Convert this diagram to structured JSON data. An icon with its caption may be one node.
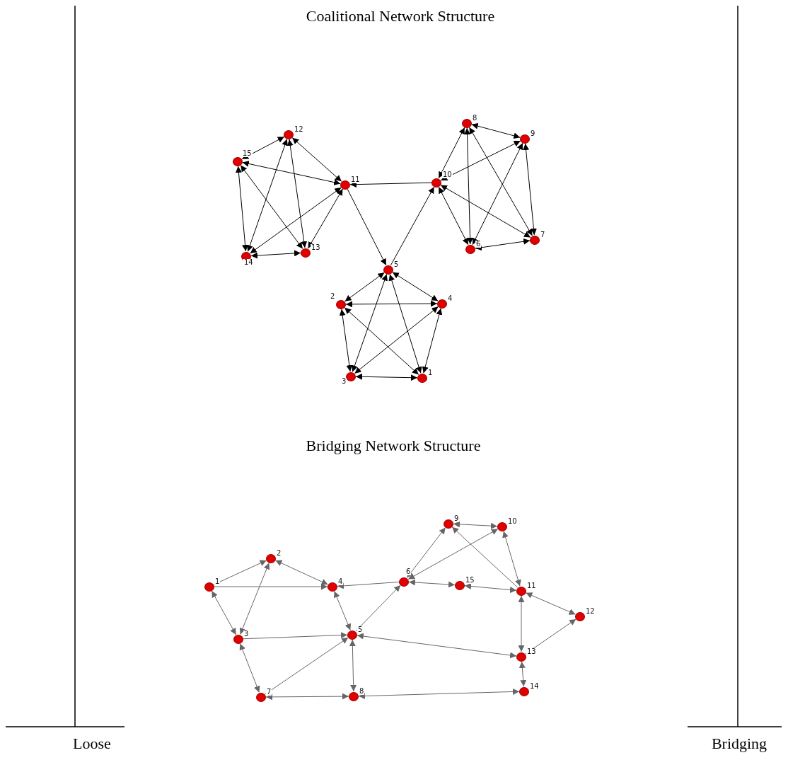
{
  "diagram": {
    "nodes": [
      {
        "text": [],
        "shape": "circle",
        "beside": [
          "15"
        ]
      },
      {
        "text": [],
        "shape": "circle",
        "beside": [
          "12"
        ]
      },
      {
        "text": [],
        "shape": "circle",
        "beside": [
          "11"
        ]
      },
      {
        "text": [],
        "shape": "circle",
        "beside": [
          "14"
        ]
      },
      {
        "text": [],
        "shape": "circle",
        "beside": [
          "13"
        ]
      },
      {
        "text": [],
        "shape": "circle",
        "beside": [
          "8"
        ]
      },
      {
        "text": [],
        "shape": "circle",
        "beside": [
          "9"
        ]
      },
      {
        "text": [],
        "shape": "circle",
        "beside": [
          "10"
        ]
      },
      {
        "text": [],
        "shape": "circle",
        "beside": [
          "6"
        ]
      },
      {
        "text": [],
        "shape": "circle",
        "beside": [
          "7"
        ]
      },
      {
        "text": [],
        "shape": "circle",
        "beside": [
          "5"
        ]
      },
      {
        "text": [],
        "shape": "circle",
        "beside": [
          "2"
        ]
      },
      {
        "text": [],
        "shape": "circle",
        "beside": [
          "4"
        ]
      },
      {
        "text": [],
        "shape": "circle",
        "beside": [
          "3"
        ]
      },
      {
        "text": [],
        "shape": "circle",
        "beside": [
          "1"
        ]
      },
      {
        "text": [],
        "shape": "circle",
        "beside": [
          "1"
        ]
      },
      {
        "text": [],
        "shape": "circle",
        "beside": [
          "2"
        ]
      },
      {
        "text": [],
        "shape": "circle",
        "beside": [
          "4"
        ]
      },
      {
        "text": [],
        "shape": "circle",
        "beside": [
          "3"
        ]
      },
      {
        "text": [],
        "shape": "circle",
        "beside": [
          "5"
        ]
      },
      {
        "text": [],
        "shape": "circle",
        "beside": [
          "7"
        ]
      },
      {
        "text": [],
        "shape": "circle",
        "beside": [
          "8"
        ]
      },
      {
        "text": [],
        "shape": "circle",
        "beside": [
          "6"
        ]
      },
      {
        "text": [],
        "shape": "circle",
        "beside": [
          "9"
        ]
      },
      {
        "text": [],
        "shape": "circle",
        "beside": [
          "10"
        ]
      },
      {
        "text": [],
        "shape": "circle",
        "beside": [
          "15"
        ]
      },
      {
        "text": [],
        "shape": "circle",
        "beside": [
          "11"
        ]
      },
      {
        "text": [],
        "shape": "circle",
        "beside": [
          "12"
        ]
      },
      {
        "text": [],
        "shape": "circle",
        "beside": [
          "13"
        ]
      },
      {
        "text": [],
        "shape": "circle",
        "beside": [
          "14"
        ]
      }
    ],
    "edges": [
      {
        "from": 0,
        "to": 1,
        "arrow": "both"
      },
      {
        "from": 0,
        "to": 2,
        "arrow": "both"
      },
      {
        "from": 0,
        "to": 3,
        "arrow": "both"
      },
      {
        "from": 0,
        "to": 4,
        "arrow": "both"
      },
      {
        "from": 1,
        "to": 2,
        "arrow": "both"
      },
      {
        "from": 1,
        "to": 3,
        "arrow": "both"
      },
      {
        "from": 1,
        "to": 4,
        "arrow": "both"
      },
      {
        "from": 2,
        "to": 3,
        "arrow": "both"
      },
      {
        "from": 2,
        "to": 4,
        "arrow": "both"
      },
      {
        "from": 3,
        "to": 4,
        "arrow": "both"
      },
      {
        "from": 7,
        "to": 2,
        "arrow": "to"
      },
      {
        "from": 2,
        "to": 10,
        "arrow": "to"
      },
      {
        "from": 10,
        "to": 7,
        "arrow": "to"
      },
      {
        "from": 5,
        "to": 6,
        "arrow": "both"
      },
      {
        "from": 5,
        "to": 7,
        "arrow": "both"
      },
      {
        "from": 5,
        "to": 8,
        "arrow": "both"
      },
      {
        "from": 5,
        "to": 9,
        "arrow": "both"
      },
      {
        "from": 6,
        "to": 7,
        "arrow": "both"
      },
      {
        "from": 6,
        "to": 8,
        "arrow": "both"
      },
      {
        "from": 6,
        "to": 9,
        "arrow": "both"
      },
      {
        "from": 7,
        "to": 8,
        "arrow": "both"
      },
      {
        "from": 7,
        "to": 9,
        "arrow": "both"
      },
      {
        "from": 8,
        "to": 9,
        "arrow": "both"
      },
      {
        "from": 10,
        "to": 11,
        "arrow": "both"
      },
      {
        "from": 10,
        "to": 12,
        "arrow": "both"
      },
      {
        "from": 10,
        "to": 13,
        "arrow": "both"
      },
      {
        "from": 10,
        "to": 14,
        "arrow": "both"
      },
      {
        "from": 11,
        "to": 12,
        "arrow": "both"
      },
      {
        "from": 11,
        "to": 13,
        "arrow": "both"
      },
      {
        "from": 11,
        "to": 14,
        "arrow": "both"
      },
      {
        "from": 12,
        "to": 13,
        "arrow": "both"
      },
      {
        "from": 12,
        "to": 14,
        "arrow": "both"
      },
      {
        "from": 13,
        "to": 14,
        "arrow": "both"
      },
      {
        "from": 15,
        "to": 16,
        "arrow": "to",
        "color": "#666666"
      },
      {
        "from": 15,
        "to": 17,
        "arrow": "to",
        "color": "#666666"
      },
      {
        "from": 15,
        "to": 18,
        "arrow": "both",
        "color": "#666666"
      },
      {
        "from": 16,
        "to": 17,
        "arrow": "both",
        "color": "#666666"
      },
      {
        "from": 16,
        "to": 18,
        "arrow": "both",
        "color": "#666666"
      },
      {
        "from": 22,
        "to": 17,
        "arrow": "to",
        "color": "#666666"
      },
      {
        "from": 17,
        "to": 19,
        "arrow": "both",
        "color": "#666666"
      },
      {
        "from": 18,
        "to": 19,
        "arrow": "to",
        "color": "#666666"
      },
      {
        "from": 18,
        "to": 20,
        "arrow": "both",
        "color": "#666666"
      },
      {
        "from": 20,
        "to": 19,
        "arrow": "to",
        "color": "#666666"
      },
      {
        "from": 20,
        "to": 21,
        "arrow": "both",
        "color": "#666666"
      },
      {
        "from": 19,
        "to": 21,
        "arrow": "both",
        "color": "#666666"
      },
      {
        "from": 19,
        "to": 22,
        "arrow": "to",
        "color": "#666666"
      },
      {
        "from": 22,
        "to": 23,
        "arrow": "both",
        "color": "#666666"
      },
      {
        "from": 22,
        "to": 24,
        "arrow": "both",
        "color": "#666666"
      },
      {
        "from": 22,
        "to": 25,
        "arrow": "both",
        "color": "#666666"
      },
      {
        "from": 25,
        "to": 26,
        "arrow": "both",
        "color": "#666666"
      },
      {
        "from": 23,
        "to": 24,
        "arrow": "both",
        "color": "#666666"
      },
      {
        "from": 26,
        "to": 23,
        "arrow": "to",
        "color": "#666666"
      },
      {
        "from": 26,
        "to": 24,
        "arrow": "both",
        "color": "#666666"
      },
      {
        "from": 26,
        "to": 27,
        "arrow": "both",
        "color": "#666666"
      },
      {
        "from": 26,
        "to": 28,
        "arrow": "both",
        "color": "#666666"
      },
      {
        "from": 28,
        "to": 27,
        "arrow": "to",
        "color": "#666666"
      },
      {
        "from": 28,
        "to": 29,
        "arrow": "both",
        "color": "#666666"
      },
      {
        "from": 19,
        "to": 28,
        "arrow": "both",
        "color": "#666666"
      },
      {
        "from": 21,
        "to": 29,
        "arrow": "both",
        "color": "#666666"
      }
    ],
    "labels": [
      "Coalitional Network Structure",
      "Bridging Network Structure",
      "Loose",
      "Bridging"
    ]
  }
}
